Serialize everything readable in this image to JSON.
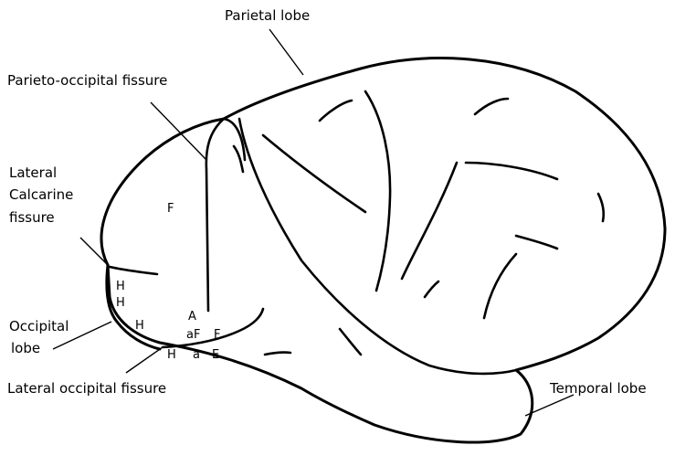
{
  "labels": {
    "parietal_lobe": "Parietal lobe",
    "parieto_occipital_fissure": "Parieto-occipital fissure",
    "lateral_calcarine_fissure": [
      "Lateral",
      "Calcarine",
      "fissure"
    ],
    "occipital_lobe": [
      "Occipital",
      "lobe"
    ],
    "lateral_occipital_fissure": "Lateral occipital fissure",
    "temporal_lobe": "Temporal lobe"
  },
  "region_marks": {
    "F_upper": "F",
    "H1": "H",
    "H2": "H",
    "H3": "H",
    "A": "A",
    "aF": "aF",
    "F_right": "F",
    "H_bottom": "H",
    "a": "a",
    "E": "E"
  }
}
